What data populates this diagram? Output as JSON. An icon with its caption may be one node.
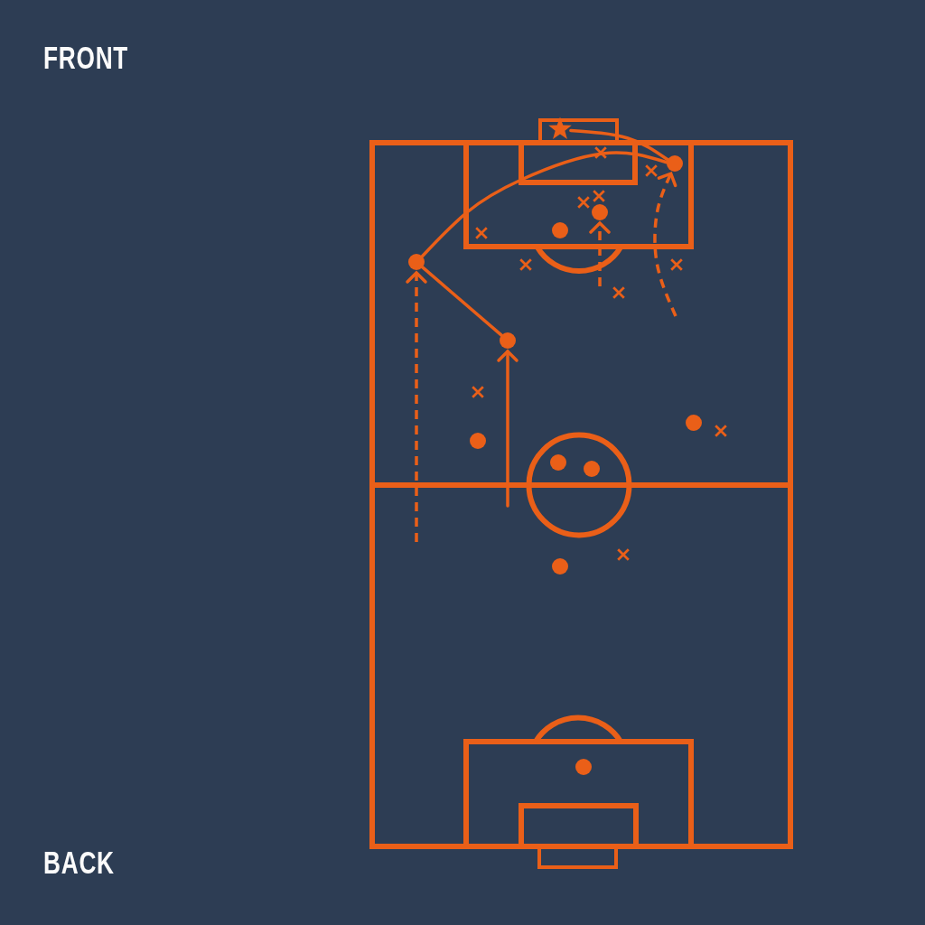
{
  "diagram": {
    "nodes": [
      {
        "text": [],
        "shape": "star"
      },
      {
        "text": [],
        "shape": "cross"
      },
      {
        "text": [],
        "shape": "circle"
      },
      {
        "text": [],
        "shape": "cross"
      },
      {
        "text": [],
        "shape": "cross"
      },
      {
        "text": [],
        "shape": "cross"
      },
      {
        "text": [],
        "shape": "circle"
      },
      {
        "text": [],
        "shape": "circle"
      },
      {
        "text": [],
        "shape": "cross"
      },
      {
        "text": [],
        "shape": "circle"
      },
      {
        "text": [],
        "shape": "cross"
      },
      {
        "text": [],
        "shape": "cross"
      },
      {
        "text": [],
        "shape": "cross"
      },
      {
        "text": [],
        "shape": "circle"
      },
      {
        "text": [],
        "shape": "cross"
      },
      {
        "text": [],
        "shape": "circle"
      },
      {
        "text": [],
        "shape": "cross"
      },
      {
        "text": [],
        "shape": "circle"
      },
      {
        "text": [],
        "shape": "circle"
      },
      {
        "text": [],
        "shape": "circle"
      },
      {
        "text": [],
        "shape": "cross"
      },
      {
        "text": [],
        "shape": "circle"
      },
      {
        "text": [],
        "shape": "circle"
      }
    ],
    "edges": [
      {
        "from": null,
        "to": 9,
        "arrow": "to",
        "style": "dashed"
      },
      {
        "from": null,
        "to": 13,
        "arrow": "to"
      },
      {
        "from": 13,
        "to": 9,
        "arrow": "none"
      },
      {
        "from": 9,
        "to": 2,
        "arrow": "none"
      },
      {
        "from": 2,
        "to": 0,
        "arrow": "none"
      },
      {
        "from": null,
        "to": 2,
        "arrow": "to",
        "style": "dashed"
      },
      {
        "from": null,
        "to": 6,
        "arrow": "to",
        "style": "dashed"
      }
    ],
    "labels": [
      "FRONT",
      "BACK"
    ]
  }
}
